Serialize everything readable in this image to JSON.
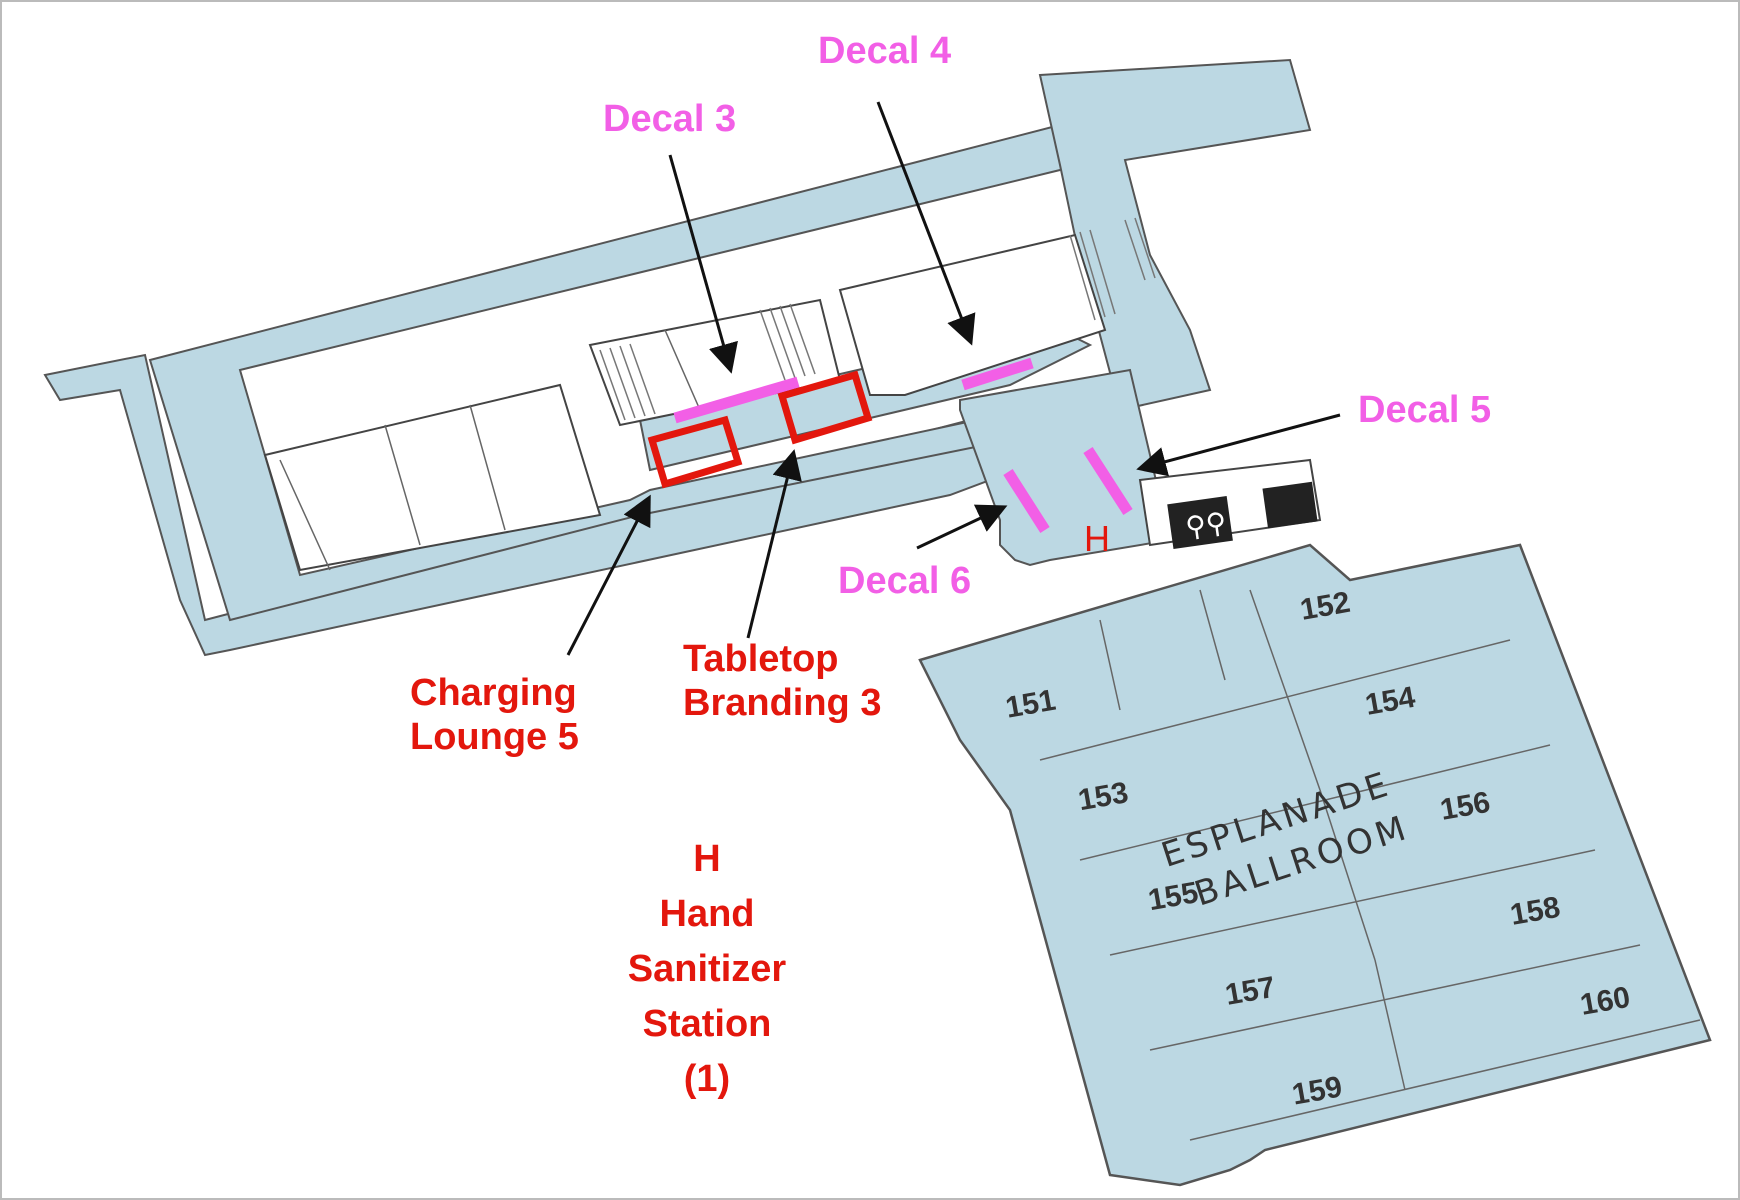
{
  "legend": {
    "decal_3": "Decal 3",
    "decal_4": "Decal 4",
    "decal_5": "Decal 5",
    "decal_6": "Decal 6",
    "charging_lounge": [
      "Charging",
      "Lounge 5"
    ],
    "tabletop_branding": [
      "Tabletop",
      "Branding 3"
    ],
    "hand_sanitizer": [
      "H",
      "Hand",
      "Sanitizer",
      "Station",
      "(1)"
    ]
  },
  "markers": {
    "sanitizer": "H"
  },
  "ballroom": {
    "name_line1": "ESPLANADE",
    "name_line2": "BALLROOM",
    "rooms": [
      "151",
      "152",
      "153",
      "154",
      "155",
      "156",
      "157",
      "158",
      "159",
      "160"
    ]
  },
  "colors": {
    "floor": "#bcd8e3",
    "decal": "#f25fe6",
    "red": "#e3170d",
    "walls": "#444444"
  }
}
